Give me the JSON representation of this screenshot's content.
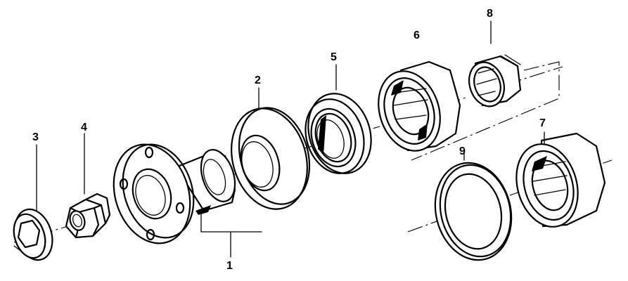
{
  "diagram": {
    "callouts": [
      {
        "id": "1",
        "text": "1"
      },
      {
        "id": "2",
        "text": "2"
      },
      {
        "id": "3",
        "text": "3"
      },
      {
        "id": "4",
        "text": "4"
      },
      {
        "id": "5",
        "text": "5"
      },
      {
        "id": "6",
        "text": "6"
      },
      {
        "id": "7",
        "text": "7"
      },
      {
        "id": "8",
        "text": "8"
      },
      {
        "id": "9",
        "text": "9"
      }
    ],
    "line_color": "#000000",
    "background_color": "#ffffff"
  }
}
